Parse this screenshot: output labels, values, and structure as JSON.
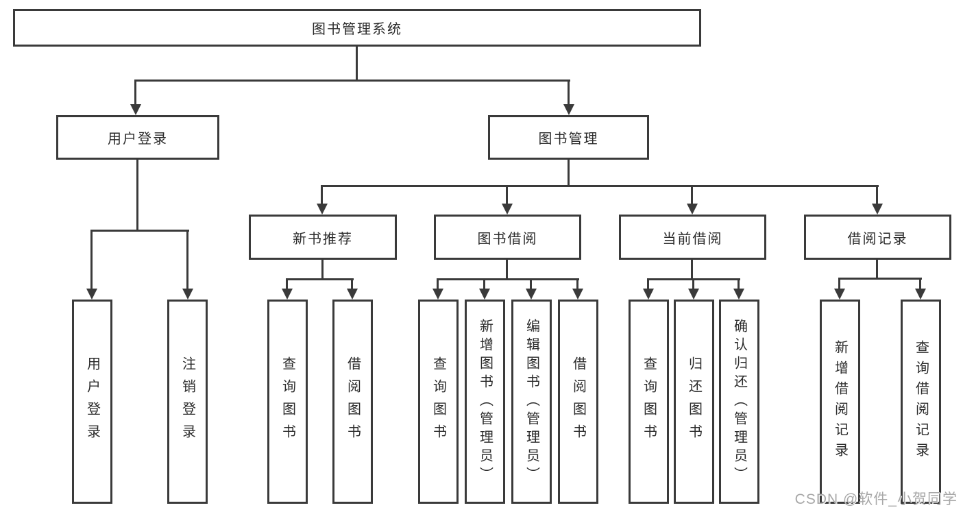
{
  "diagram": {
    "root": {
      "label": "图书管理系统"
    },
    "level2": [
      {
        "label": "用户登录"
      },
      {
        "label": "图书管理"
      }
    ],
    "level3": [
      {
        "label": "新书推荐"
      },
      {
        "label": "图书借阅"
      },
      {
        "label": "当前借阅"
      },
      {
        "label": "借阅记录"
      }
    ],
    "leaves": [
      {
        "label": "用户登录"
      },
      {
        "label": "注销登录"
      },
      {
        "label": "查询图书"
      },
      {
        "label": "借阅图书"
      },
      {
        "label": "查询图书"
      },
      {
        "label": "新增图书（管理员）"
      },
      {
        "label": "编辑图书（管理员）"
      },
      {
        "label": "借阅图书"
      },
      {
        "label": "查询图书"
      },
      {
        "label": "归还图书"
      },
      {
        "label": "确认归还（管理员）"
      },
      {
        "label": "新增借阅记录"
      },
      {
        "label": "查询借阅记录"
      }
    ]
  },
  "watermark": {
    "text": "CSDN @软件_小贺同学"
  },
  "colors": {
    "line": "#3a3a3a",
    "text": "#2b2b2b",
    "watermark": "#a8a8a8",
    "background": "#ffffff"
  }
}
